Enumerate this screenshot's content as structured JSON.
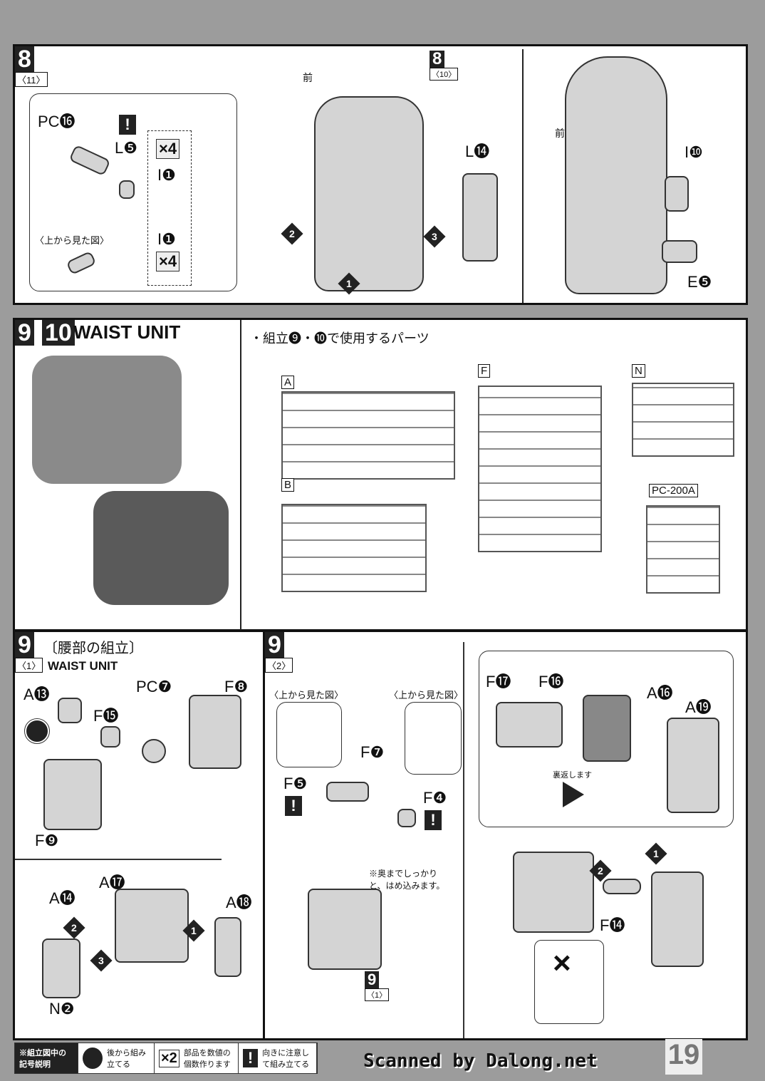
{
  "step8": {
    "num": "8",
    "sub": "〈11〉",
    "ref_num": "8",
    "ref_sub": "〈10〉",
    "front": "前",
    "front2": "前",
    "labels": [
      "PC⓰",
      "L❺",
      "I❶",
      "I❶",
      "L⓮",
      "I❿",
      "E❺"
    ],
    "multiplier": "×4",
    "multiplier2": "×4",
    "top_view": "〈上から見た図〉"
  },
  "step910": {
    "num1": "9",
    "num2": "10",
    "title": "WAIST UNIT",
    "parts_title": "・組立❾・❿で使用するパーツ",
    "runners": [
      "A",
      "B",
      "F",
      "N",
      "PC-200A"
    ]
  },
  "step9a": {
    "num": "9",
    "sub": "〈1〉",
    "title": "〔腰部の組立〕",
    "subtitle": "WAIST UNIT",
    "labels": [
      "A⓭",
      "F⓯",
      "PC❼",
      "F❽",
      "F❾",
      "A⓱",
      "A⓮",
      "A⓲",
      "N❷"
    ]
  },
  "step9b": {
    "num": "9",
    "sub": "〈2〉",
    "top_view1": "〈上から見た図〉",
    "top_view2": "〈上から見た図〉",
    "labels": [
      "F❼",
      "F❺",
      "F❹",
      "F⓱",
      "F⓰",
      "A⓰",
      "A⓳",
      "F⓮"
    ],
    "flip": "裏返します",
    "note": "※奥までしっかりと、はめ込みます。",
    "ref_num": "9",
    "ref_sub": "〈1〉",
    "ng": "×"
  },
  "legend": {
    "title": "※組立図中の記号説明",
    "back": "後から組み立てる",
    "x2": "×2",
    "x2_text": "部品を数値の個数作ります",
    "warn": "!",
    "warn_text": "向きに注意して組み立てる"
  },
  "credit": "Scanned by Dalong.net",
  "page_number": "19"
}
